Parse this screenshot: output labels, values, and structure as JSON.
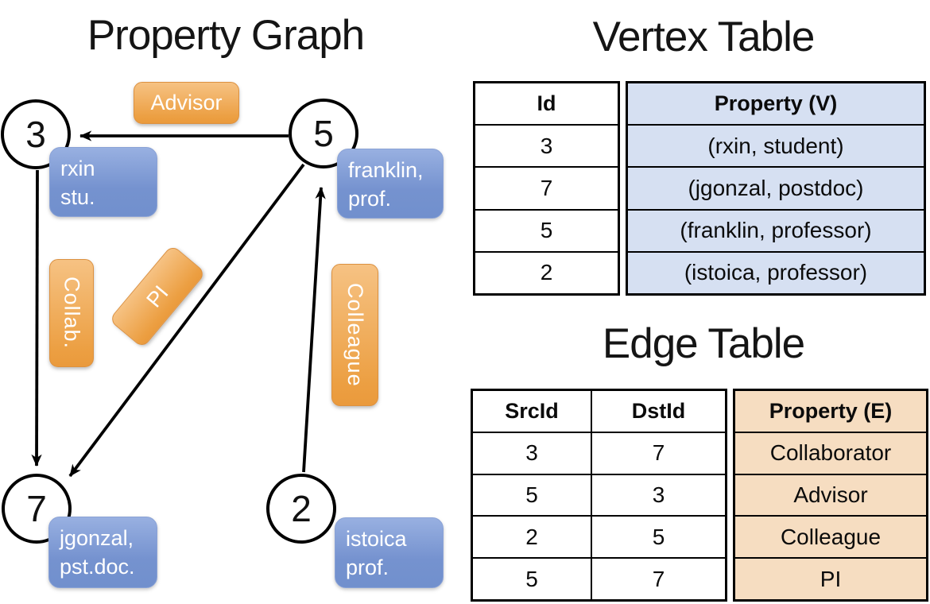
{
  "graph": {
    "title": "Property Graph",
    "nodes": [
      {
        "id": "3"
      },
      {
        "id": "5"
      },
      {
        "id": "7"
      },
      {
        "id": "2"
      }
    ],
    "vertex_labels": [
      {
        "line1": "rxin",
        "line2": "stu."
      },
      {
        "line1": "franklin,",
        "line2": "prof."
      },
      {
        "line1": "jgonzal,",
        "line2": "pst.doc."
      },
      {
        "line1": "istoica",
        "line2": "prof."
      }
    ],
    "edge_labels": [
      {
        "text": "Advisor"
      },
      {
        "text": "Collab."
      },
      {
        "text": "PI"
      },
      {
        "text": "Colleague"
      }
    ],
    "edges": [
      {
        "from": "5",
        "to": "3",
        "label": "Advisor"
      },
      {
        "from": "3",
        "to": "7",
        "label": "Collab."
      },
      {
        "from": "5",
        "to": "7",
        "label": "PI"
      },
      {
        "from": "2",
        "to": "5",
        "label": "Colleague"
      }
    ]
  },
  "vertex_table": {
    "title": "Vertex Table",
    "columns": {
      "id": "Id",
      "property": "Property (V)"
    },
    "rows": [
      {
        "id": "3",
        "property": "(rxin, student)"
      },
      {
        "id": "7",
        "property": "(jgonzal, postdoc)"
      },
      {
        "id": "5",
        "property": "(franklin, professor)"
      },
      {
        "id": "2",
        "property": "(istoica, professor)"
      }
    ]
  },
  "edge_table": {
    "title": "Edge Table",
    "columns": {
      "src": "SrcId",
      "dst": "DstId",
      "property": "Property (E)"
    },
    "rows": [
      {
        "src": "3",
        "dst": "7",
        "property": "Collaborator"
      },
      {
        "src": "5",
        "dst": "3",
        "property": "Advisor"
      },
      {
        "src": "2",
        "dst": "5",
        "property": "Colleague"
      },
      {
        "src": "5",
        "dst": "7",
        "property": "PI"
      }
    ]
  },
  "colors": {
    "edge_label_fill": "#EC9F42",
    "vertex_label_fill": "#7E9CD7",
    "vertex_table_cell": "#D6E0F2",
    "edge_table_cell": "#F6DDC1",
    "line": "#000000",
    "background": "#FFFFFF"
  }
}
